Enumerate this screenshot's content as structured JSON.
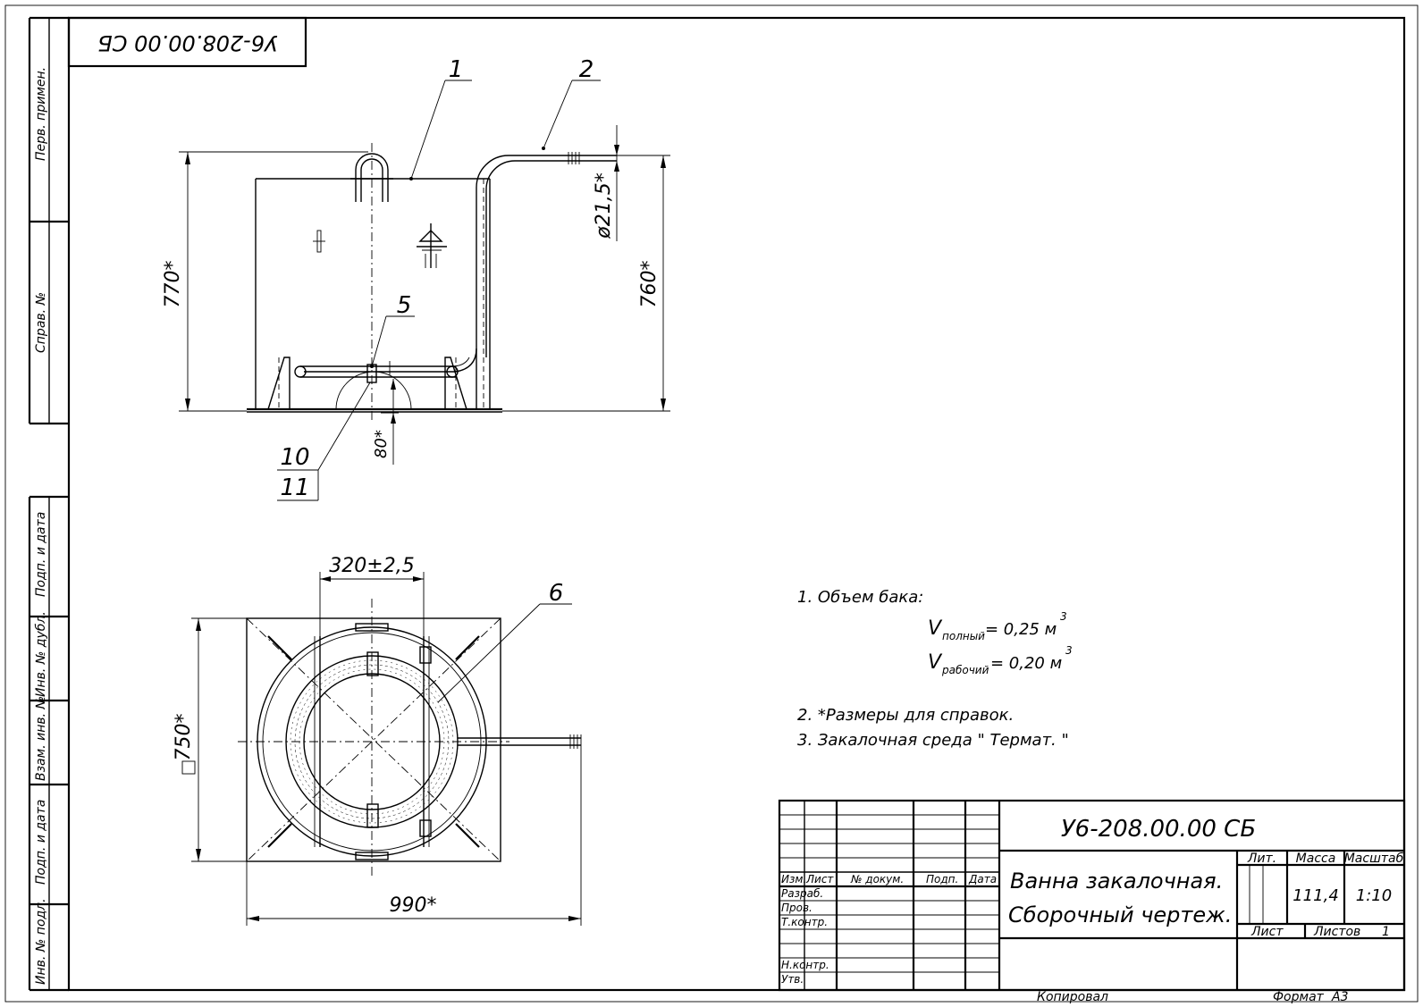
{
  "stamp_top": "У6-208.00.00 СБ",
  "side_labels": {
    "perv_primen": "Перв. примен.",
    "sprav_no": "Справ. №",
    "podp_data_1": "Подп. и дата",
    "inv_dubl": "Инв. № дубл.",
    "vzam_inv": "Взам. инв. №",
    "podp_data_2": "Подп. и дата",
    "inv_podl": "Инв. № подл."
  },
  "callouts": {
    "c1": "1",
    "c2": "2",
    "c5": "5",
    "c6": "6",
    "c10": "10",
    "c11": "11"
  },
  "dimensions": {
    "h770": "770*",
    "h760": "760*",
    "d215": "ø21,5*",
    "h80": "80*",
    "w320": "320±2,5",
    "sq750": "750*",
    "w990": "990*"
  },
  "notes": {
    "n1": "1. Объем бака:",
    "v_full_sym": "V",
    "v_full_sub": "полный",
    "v_full_val": "= 0,25 м",
    "v_work_sym": "V",
    "v_work_sub": "рабочий",
    "v_work_val": "= 0,20 м",
    "exp": "3",
    "n2": "2.  *Размеры для справок.",
    "n3": "3. Закалочная среда \" Термат. \""
  },
  "title_block": {
    "designation": "У6-208.00.00 СБ",
    "name_line1": "Ванна закалочная.",
    "name_line2": "Сборочный чертеж.",
    "lit": "Лит.",
    "massa": "Масса",
    "masshtab": "Масштаб",
    "massa_val": "111,4",
    "masshtab_val": "1:10",
    "list": "Лист",
    "listov": "Листов",
    "listov_val": "1",
    "izm": "Изм.",
    "list_col": "Лист",
    "dokum": "№ докум.",
    "podp": "Подп.",
    "data": "Дата",
    "razrab": "Разраб.",
    "prov": "Пров.",
    "tkontr": "Т.контр.",
    "nkontr": "Н.контр.",
    "utv": "Утв."
  },
  "footer": {
    "kopiroval": "Копировал",
    "format": "Формат",
    "format_val": "А3"
  }
}
